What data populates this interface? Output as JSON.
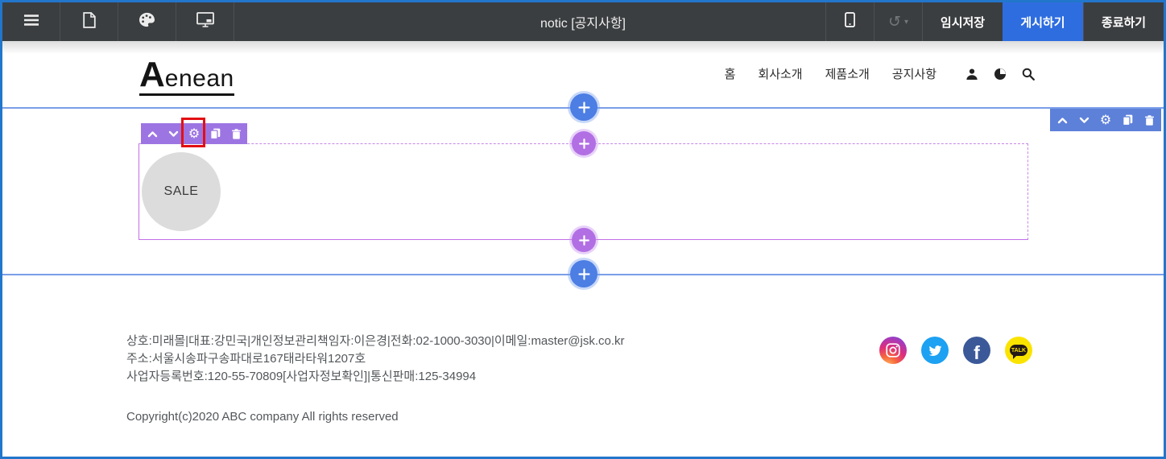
{
  "editor_toolbar": {
    "title": "notic [공지사항]",
    "left_tools": [
      "menu-icon",
      "page-icon",
      "palette-icon",
      "desktop-icon"
    ],
    "right_tools": [
      "mobile-icon",
      "undo-icon"
    ],
    "buttons": {
      "temp_save": "임시저장",
      "publish": "게시하기",
      "exit": "종료하기"
    },
    "colors": {
      "bg": "#3b3e40",
      "publish_bg": "#2e6de0",
      "frame_border": "#2276cb"
    }
  },
  "site": {
    "logo": {
      "initial": "A",
      "rest": "enean"
    },
    "nav": [
      {
        "label": "홈"
      },
      {
        "label": "회사소개"
      },
      {
        "label": "제품소개"
      },
      {
        "label": "공지사항"
      }
    ],
    "header_icons": [
      "user-icon",
      "globe-icon",
      "search-icon"
    ],
    "sale_label": "SALE"
  },
  "overlay": {
    "row_toolbar_icons": [
      "chevron-up-icon",
      "chevron-down-icon",
      "gear-icon",
      "copy-icon",
      "trash-icon"
    ],
    "block_toolbar_icons": [
      "chevron-up-icon",
      "chevron-down-icon",
      "gear-icon",
      "copy-icon",
      "trash-icon"
    ],
    "colors": {
      "row_toolbar": "#5d80d9",
      "block_toolbar": "#9d75e3",
      "add_section": "#4c7ee4",
      "add_block": "#b26fe4",
      "block_outline": "#c36fe6",
      "gear_highlight": "#e30f13"
    }
  },
  "footer": {
    "info_lines": [
      "상호:미래몰|대표:강민국|개인정보관리책임자:이은경|전화:02-1000-3030|이메일:master@jsk.co.kr",
      "주소:서울시송파구송파대로167태라타워1207호",
      "사업자등록번호:120-55-70809[사업자정보확인]|통신판매:125-34994"
    ],
    "copyright": "Copyright(c)2020 ABC company All rights reserved",
    "social": {
      "icons": [
        "instagram-icon",
        "twitter-icon",
        "facebook-icon",
        "kakaotalk-icon"
      ],
      "facebook_letter": "f",
      "kakao_label": "TALK",
      "twitter_color": "#1da1f2",
      "facebook_color": "#3b5998",
      "kakao_color": "#fbe300"
    }
  }
}
